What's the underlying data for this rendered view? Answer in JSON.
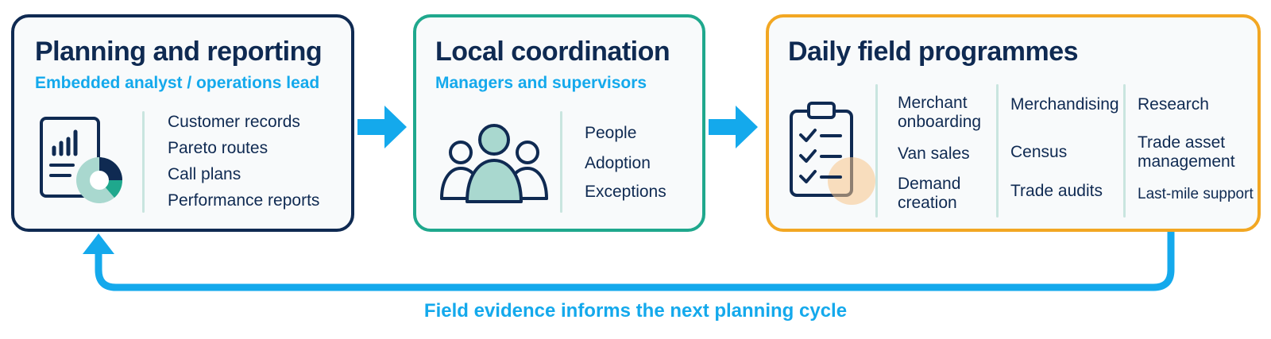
{
  "colors": {
    "navy": "#0f2a52",
    "teal": "#1fa88d",
    "orange": "#f2a723",
    "accent_blue": "#14a9ec",
    "icon_fill": "#a9d8cf"
  },
  "stages": [
    {
      "title": "Planning and reporting",
      "subtitle": "Embedded analyst / operations lead",
      "icon": "analytics-report-icon",
      "items": [
        "Customer records",
        "Pareto routes",
        "Call plans",
        "Performance reports"
      ]
    },
    {
      "title": "Local coordination",
      "subtitle": "Managers and supervisors",
      "icon": "team-people-icon",
      "items": [
        "People",
        "Adoption",
        "Exceptions"
      ]
    },
    {
      "title": "Daily field programmes",
      "icon": "checklist-clipboard-icon",
      "columns": [
        [
          "Merchant\nonboarding",
          "Van sales",
          "Demand\ncreation"
        ],
        [
          "Merchandising",
          "Census",
          "Trade audits"
        ],
        [
          "Research",
          "Trade asset\nmanagement",
          "Last-mile support"
        ]
      ]
    }
  ],
  "feedback_loop": {
    "label": "Field evidence informs the next planning cycle"
  }
}
